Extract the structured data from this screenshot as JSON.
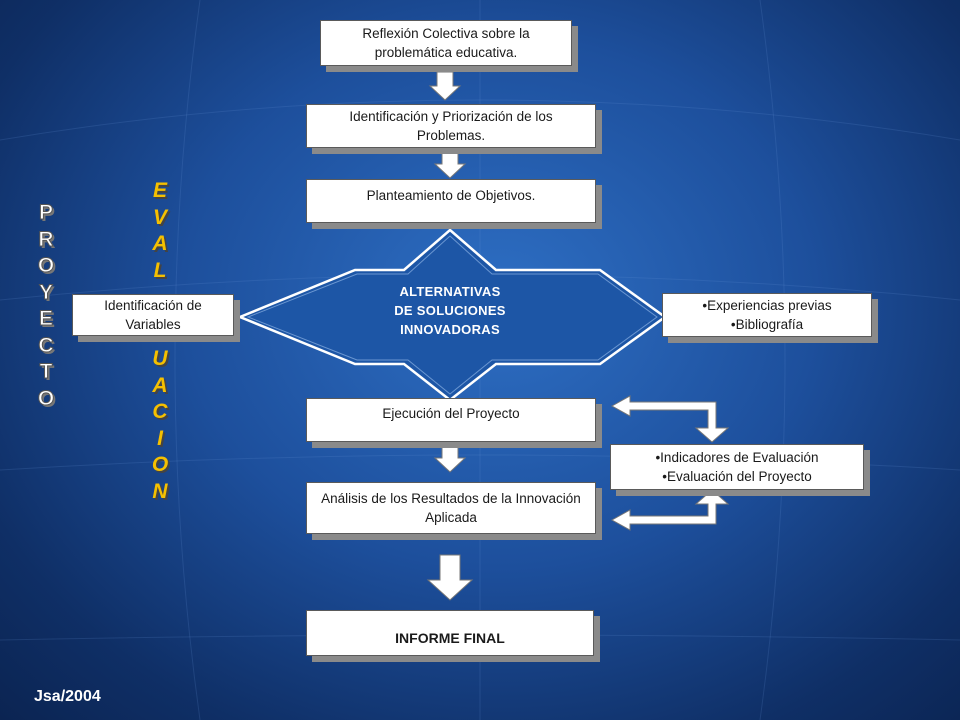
{
  "diagram": {
    "boxes": {
      "reflexion": "Reflexión Colectiva sobre la problemática educativa.",
      "identificacion": "Identificación y Priorización de los Problemas.",
      "planteamiento": "Planteamiento de Objetivos.",
      "variables": "Identificación de Variables",
      "ejecucion": "Ejecución del Proyecto",
      "analisis": "Análisis de los Resultados de la Innovación Aplicada",
      "informe": "INFORME FINAL"
    },
    "alternativas": [
      "ALTERNATIVAS",
      "DE SOLUCIONES",
      "INNOVADORAS"
    ],
    "experiencias": [
      "•Experiencias previas",
      "•Bibliografía"
    ],
    "indicadores": [
      "•Indicadores de Evaluación",
      "•Evaluación del Proyecto"
    ],
    "proyecto_letters": [
      "P",
      "R",
      "O",
      "Y",
      "E",
      "C",
      "T",
      "O"
    ],
    "evaluacion_letters": [
      "E",
      "V",
      "A",
      "L",
      "U",
      "A",
      "C",
      "I",
      "O",
      "N"
    ],
    "footer": "Jsa/2004"
  },
  "colors": {
    "background": "#1d4f9c",
    "box": "#ffffff",
    "shadow": "#8a8a8a",
    "evaluacion": "#f5c000",
    "proyecto": "#ffffff"
  }
}
